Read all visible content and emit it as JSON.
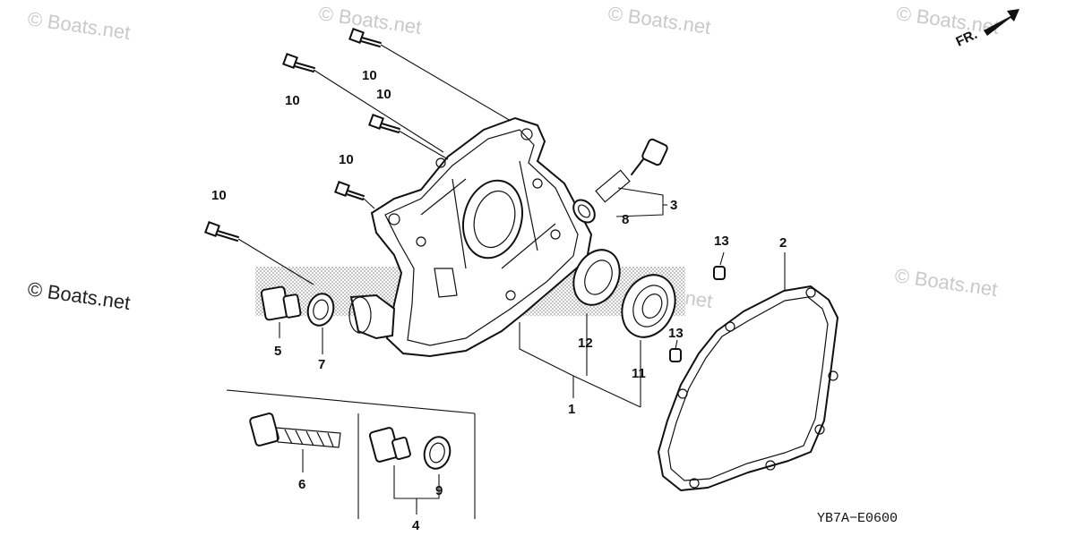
{
  "watermarks": {
    "tl": "© Boats.net",
    "tc": "© Boats.net",
    "tr1": "© Boats.net",
    "tr2": "© Boats.net",
    "left": "© Boats.net",
    "mid": "© Boats.net",
    "right": "© Boats.net"
  },
  "direction": {
    "label": "FR."
  },
  "diagram_code": "YB7A−E0600",
  "callouts": {
    "c10a": "10",
    "c10b": "10",
    "c10c": "10",
    "c10d": "10",
    "c10e": "10",
    "c3": "3",
    "c8": "8",
    "c13a": "13",
    "c2": "2",
    "c5": "5",
    "c7": "7",
    "c12": "12",
    "c11": "11",
    "c13b": "13",
    "c1": "1",
    "c6": "6",
    "c9": "9",
    "c4": "4"
  }
}
